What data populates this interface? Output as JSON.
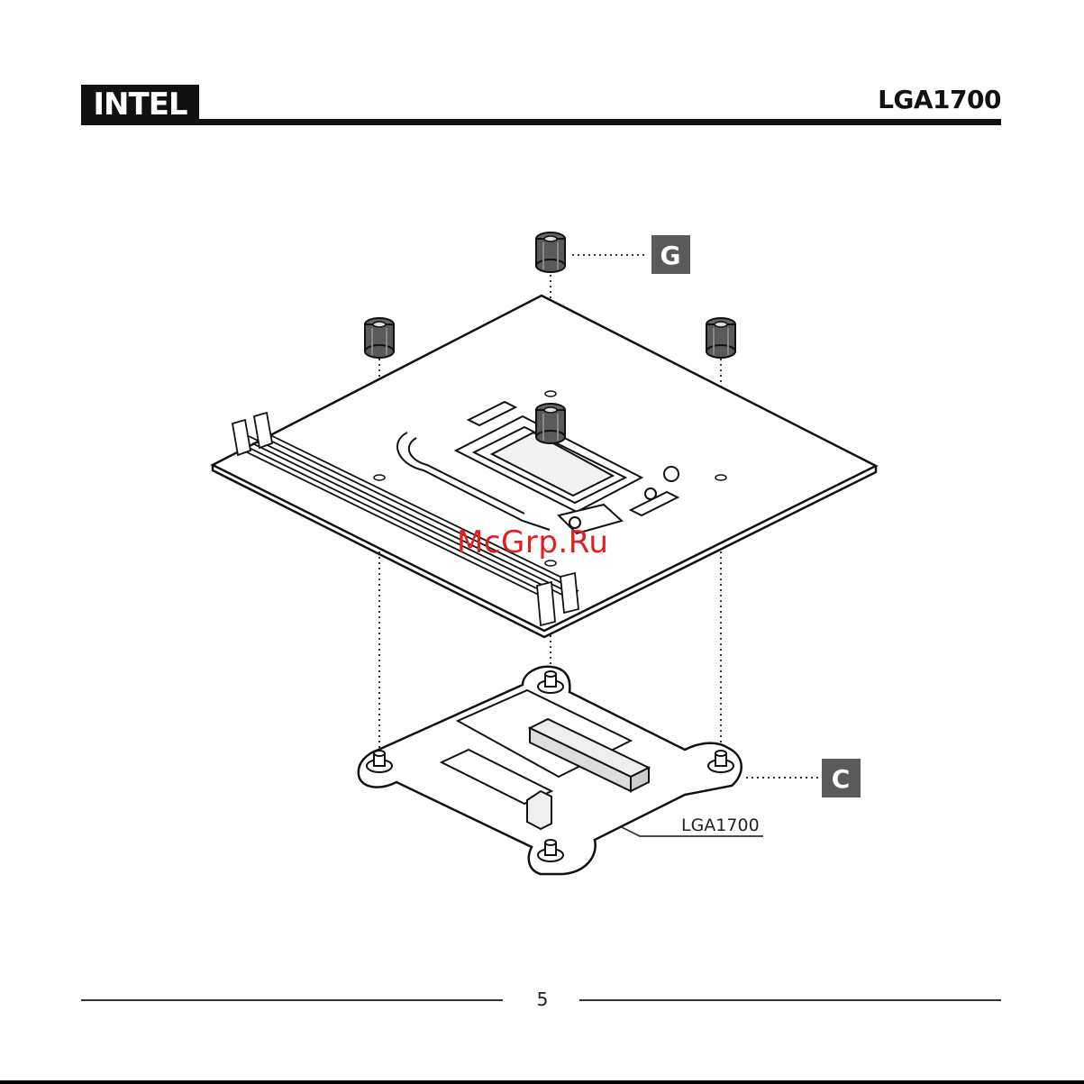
{
  "header": {
    "brand": "INTEL",
    "socket": "LGA1700"
  },
  "callouts": {
    "standoff_letter": "G",
    "backplate_letter": "C"
  },
  "diagram": {
    "backplate_label": "LGA1700"
  },
  "watermark": "McGrp.Ru",
  "footer": {
    "page_number": "5"
  },
  "colors": {
    "ink": "#111111",
    "callout_box": "#5a5a5a",
    "watermark": "#e02020"
  }
}
